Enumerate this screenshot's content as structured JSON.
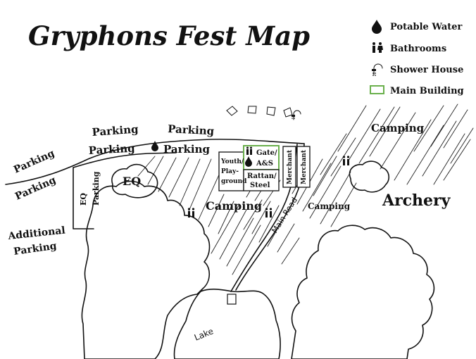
{
  "title": "Gryphons Fest Map",
  "legend": {
    "items": [
      {
        "icon": "water-drop-icon",
        "label": "Potable Water"
      },
      {
        "icon": "bathroom-icon",
        "label": "Bathrooms"
      },
      {
        "icon": "shower-icon",
        "label": "Shower House"
      },
      {
        "icon": "main-building-icon",
        "label": "Main Building",
        "color": "#6ab04c"
      }
    ]
  },
  "labels": {
    "parking_road_upper": "Parking",
    "parking_road_lower": "Parking",
    "parking_top_1": "Parking",
    "parking_top_2": "Parking",
    "parking_mid_1": "Parking",
    "parking_mid_2": "Parking",
    "parking_vertical": "Parking",
    "eq_vertical": "EQ",
    "eq_area": "EQ",
    "additional_parking_1": "Additional",
    "additional_parking_2": "Parking",
    "youth_1": "Youth/",
    "youth_2": "Play-",
    "youth_3": "ground",
    "gate_1": "Gate/",
    "gate_2": "A&S",
    "rattan_1": "Rattan/",
    "rattan_2": "Steel",
    "merchant_1": "Merchant",
    "merchant_2": "Merchant",
    "camping_center": "Camping",
    "camping_right": "Camping",
    "camping_top_right": "Camping",
    "archery": "Archery",
    "main_road": "Main Road",
    "lake": "Lake"
  },
  "colors": {
    "main_building": "#6ab04c",
    "ink": "#111111"
  }
}
